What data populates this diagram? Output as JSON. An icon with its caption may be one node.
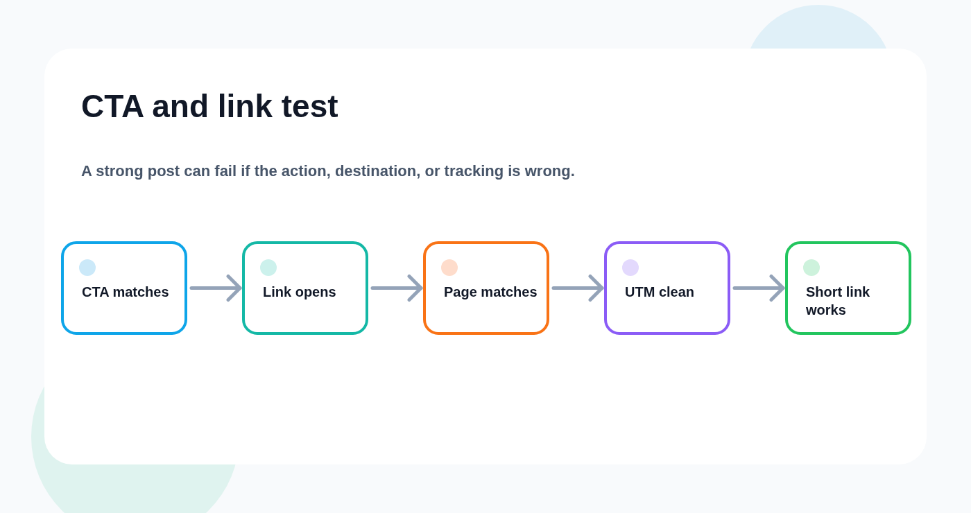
{
  "diagram": {
    "title": "CTA and link test",
    "caption": "A strong post can fail if the action, destination, or tracking is wrong.",
    "nodes": [
      {
        "text": [
          "CTA matches"
        ]
      },
      {
        "text": [
          "Link opens"
        ]
      },
      {
        "text": [
          "Page matches"
        ]
      },
      {
        "text": [
          "UTM clean"
        ]
      },
      {
        "text": [
          "Short link works"
        ]
      }
    ],
    "edges": [
      {
        "from": 0,
        "to": 1,
        "arrow": "to"
      },
      {
        "from": 1,
        "to": 2,
        "arrow": "to"
      },
      {
        "from": 2,
        "to": 3,
        "arrow": "to"
      },
      {
        "from": 3,
        "to": 4,
        "arrow": "to"
      }
    ]
  }
}
